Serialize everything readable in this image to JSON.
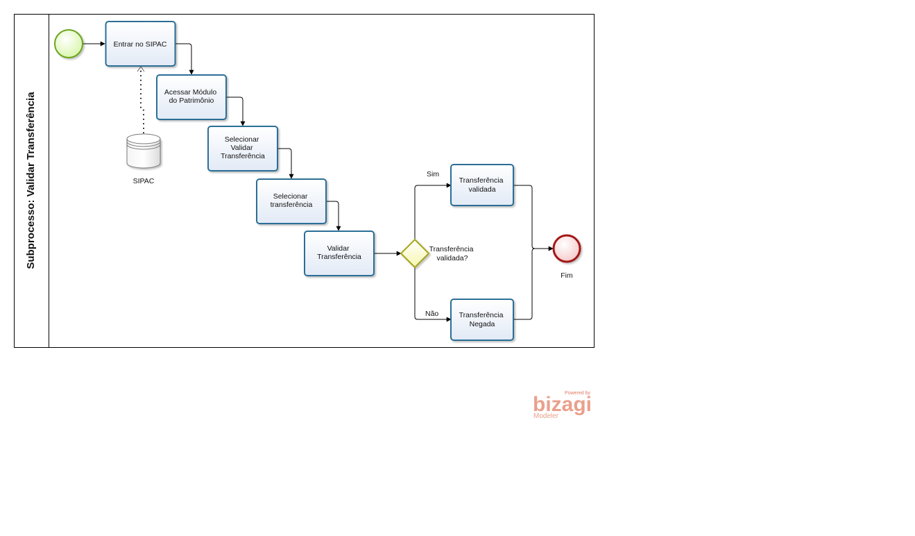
{
  "pool": {
    "title": "Subprocesso: Validar Transferência"
  },
  "start_event": {
    "label": ""
  },
  "tasks": [
    {
      "lines": [
        "Entrar no SIPAC"
      ]
    },
    {
      "lines": [
        "Acessar Módulo",
        "do Patrimônio"
      ]
    },
    {
      "lines": [
        "Selecionar",
        "Validar",
        "Transferência"
      ]
    },
    {
      "lines": [
        "Selecionar",
        "transferência"
      ]
    },
    {
      "lines": [
        "Validar",
        "Transferência"
      ]
    },
    {
      "lines": [
        "Transferência",
        "validada"
      ]
    },
    {
      "lines": [
        "Transferência",
        "Negada"
      ]
    }
  ],
  "data_store": {
    "label": "SIPAC"
  },
  "gateway": {
    "lines": [
      "Transferência",
      "validada?"
    ]
  },
  "flows": {
    "yes_label": "Sim",
    "no_label": "Não"
  },
  "end_event": {
    "label": "Fim"
  },
  "colors": {
    "task_stroke": "#2a6e96",
    "task_fill_top": "#ffffff",
    "task_fill_bottom": "#e4ecf7",
    "start_stroke": "#6aa51c",
    "start_fill": "#eafbc8",
    "end_stroke": "#a41818",
    "end_fill": "#fbe2e2",
    "gateway_stroke": "#a5a51d",
    "gateway_fill": "#fbfbd0",
    "logo": "#eaa08c"
  },
  "branding": {
    "powered_by": "Powered by",
    "name": "bizagi",
    "product": "Modeler"
  }
}
